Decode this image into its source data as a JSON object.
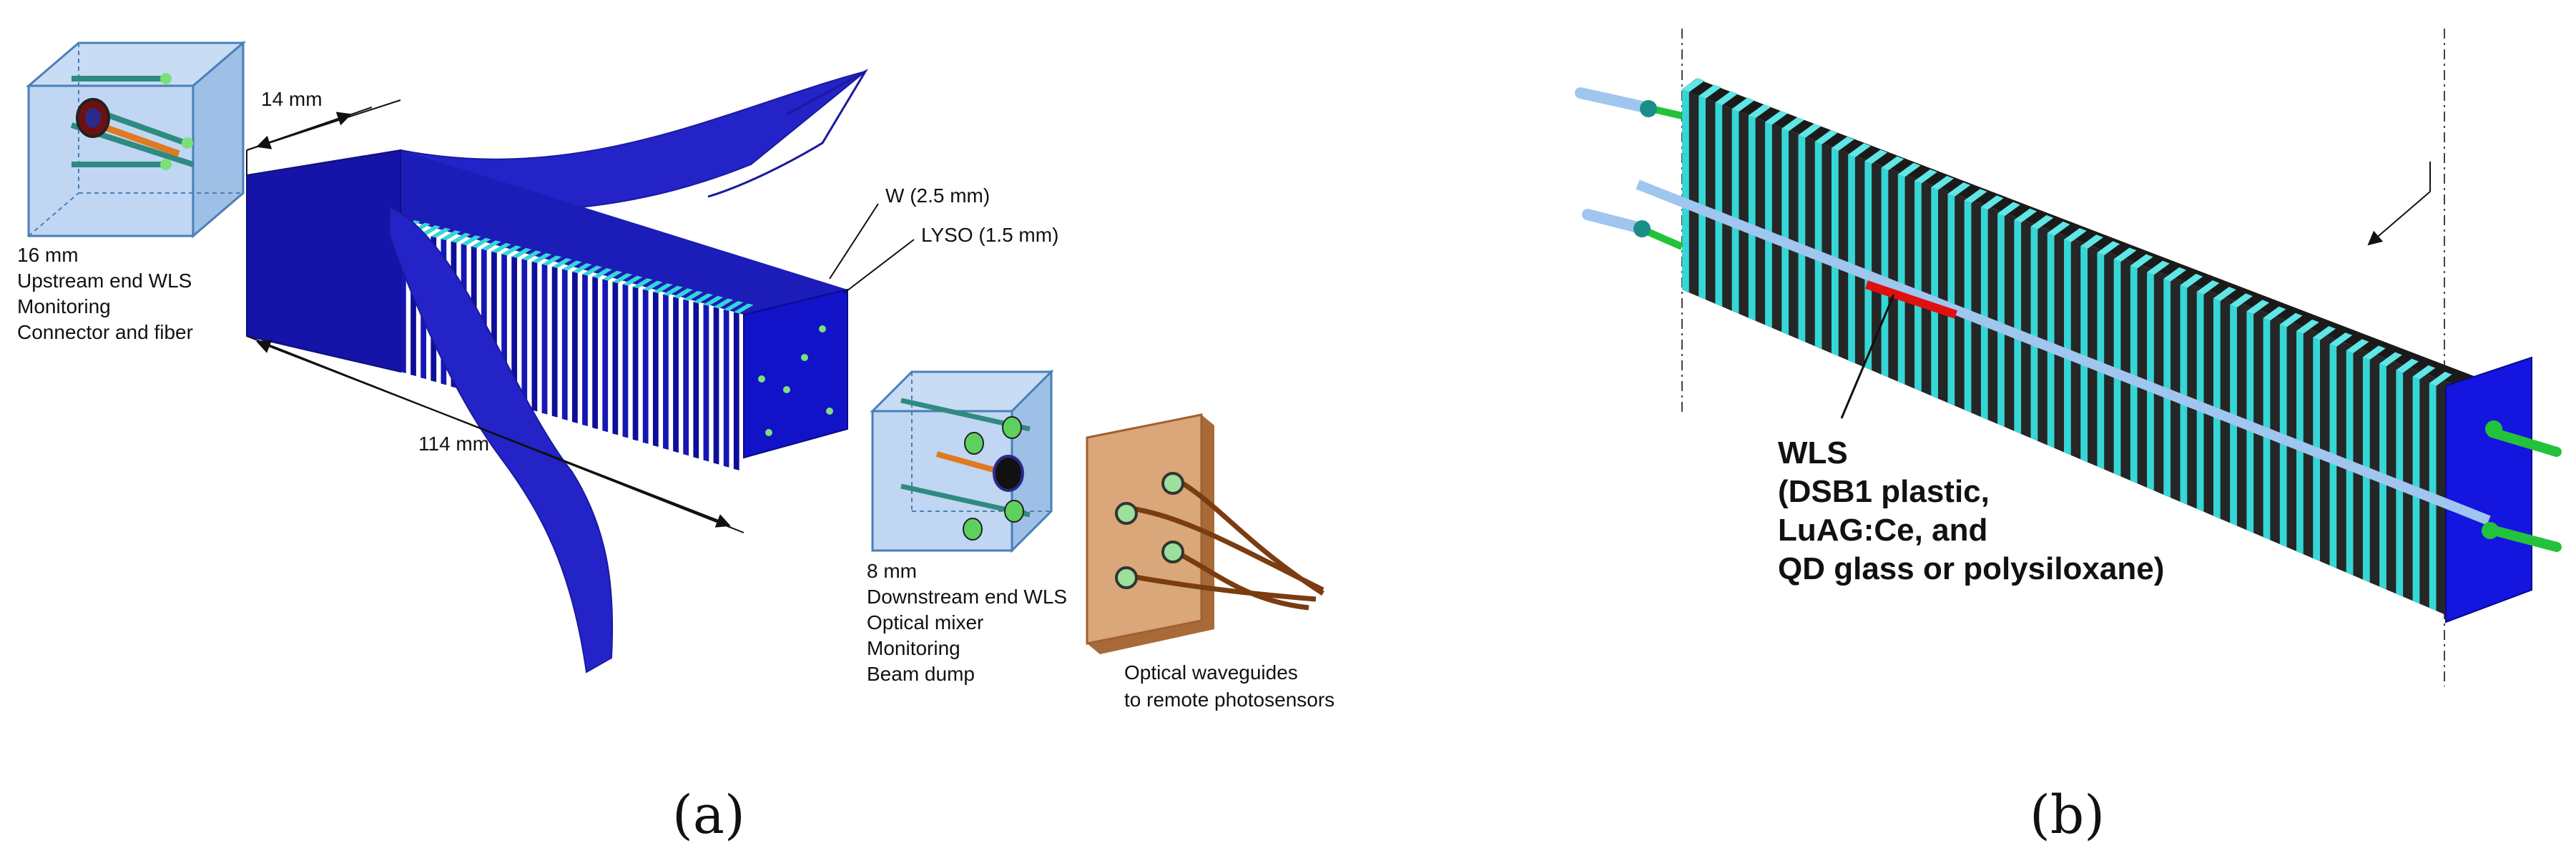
{
  "panel_a": {
    "label": "(a)",
    "dim_width": "14 mm",
    "dim_length": "114 mm",
    "layer_w": "W (2.5 mm)",
    "layer_lyso": "LYSO (1.5 mm)",
    "upstream_label": [
      "16 mm",
      "Upstream end  WLS",
      "Monitoring",
      "Connector and fiber"
    ],
    "downstream_label": [
      "8 mm",
      "Downstream end WLS",
      "Optical mixer",
      "Monitoring",
      "Beam dump"
    ],
    "waveguide_label": [
      "Optical waveguides",
      "to remote photosensors"
    ]
  },
  "panel_b": {
    "label": "(b)",
    "wls_label": [
      "WLS",
      "(DSB1 plastic,",
      "LuAG:Ce, and",
      "QD glass or polysiloxane)"
    ]
  },
  "colors": {
    "absorber": "#1e1e1e",
    "scintillator": "#35d6d6",
    "end_block": "#1010cc",
    "fiber": "#9fc6ee",
    "wls_segment": "#e01010",
    "green_fiber": "#22c33a"
  }
}
